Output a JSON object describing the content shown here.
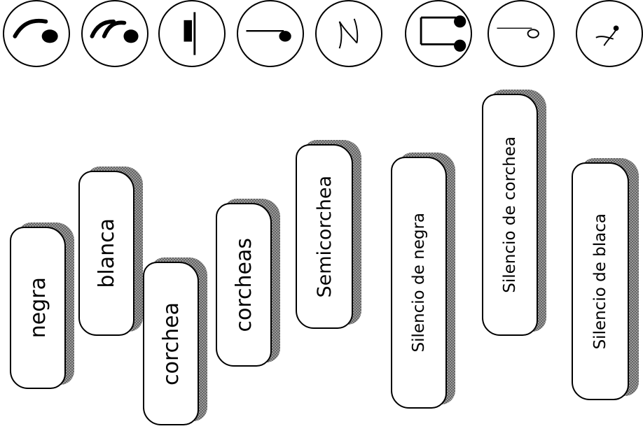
{
  "symbols": [
    {
      "id": "negra",
      "icon": "quarter-note-icon"
    },
    {
      "id": "blanca",
      "icon": "half-note-icon"
    },
    {
      "id": "silencio-negra",
      "icon": "quarter-rest-icon"
    },
    {
      "id": "corchea",
      "icon": "eighth-note-icon"
    },
    {
      "id": "silencio-corchea",
      "icon": "eighth-rest-icon"
    },
    {
      "id": "corcheas",
      "icon": "beamed-eighth-notes-icon"
    },
    {
      "id": "blanca-2",
      "icon": "half-note-open-icon"
    },
    {
      "id": "semicorchea",
      "icon": "sixteenth-flag-icon"
    }
  ],
  "cards": [
    {
      "label": "negra"
    },
    {
      "label": "blanca"
    },
    {
      "label": "corchea"
    },
    {
      "label": "corcheas"
    },
    {
      "label": "Semicorchea"
    },
    {
      "label": "Silencio de negra"
    },
    {
      "label": "Silencio de corchea"
    },
    {
      "label": "Silencio de blaca"
    }
  ]
}
